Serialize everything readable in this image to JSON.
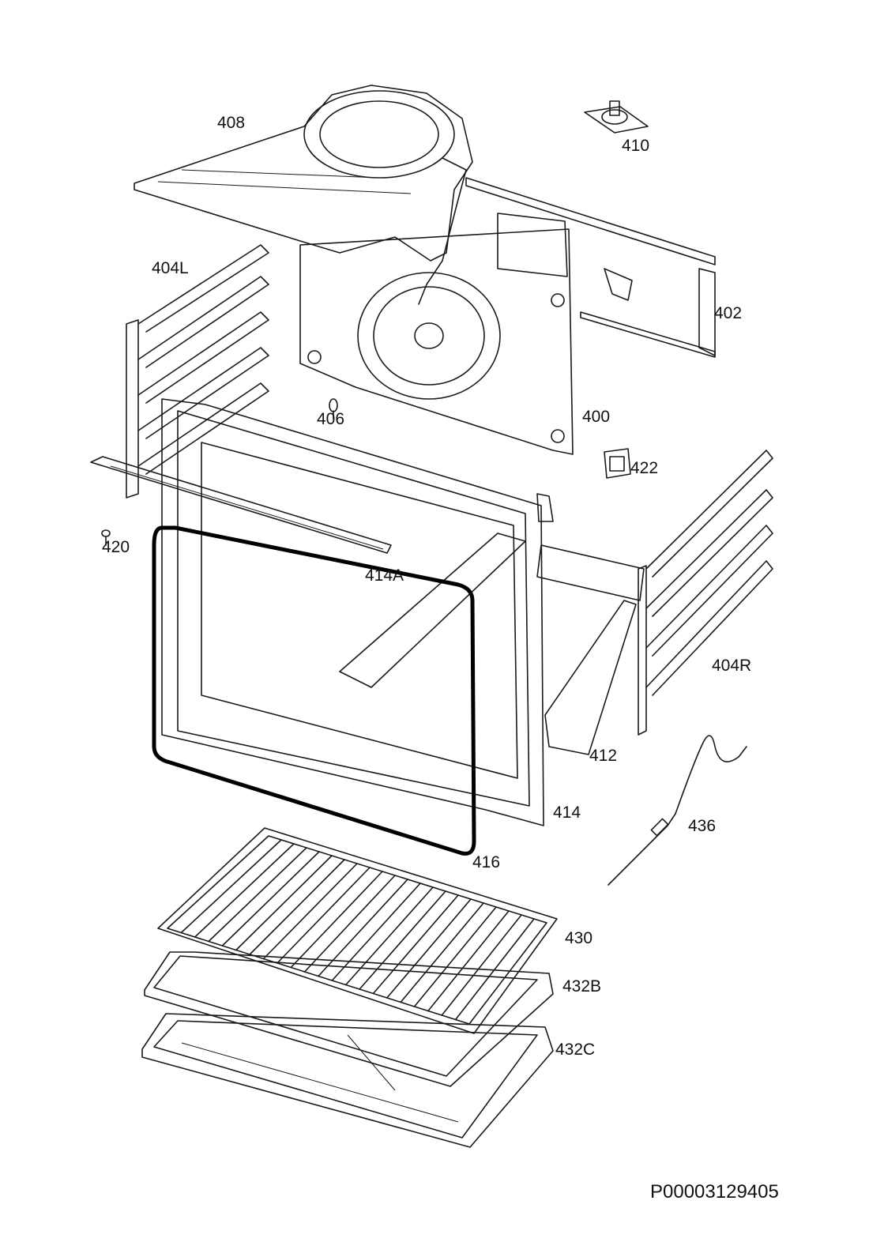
{
  "diagram": {
    "document_code": "P00003129405",
    "labels": {
      "p408": "408",
      "p410": "410",
      "p404L": "404L",
      "p402": "402",
      "p406": "406",
      "p400": "400",
      "p422": "422",
      "p420": "420",
      "p414A": "414A",
      "p404R": "404R",
      "p412": "412",
      "p414": "414",
      "p436": "436",
      "p416": "416",
      "p430": "430",
      "p432B": "432B",
      "p432C": "432C"
    }
  }
}
